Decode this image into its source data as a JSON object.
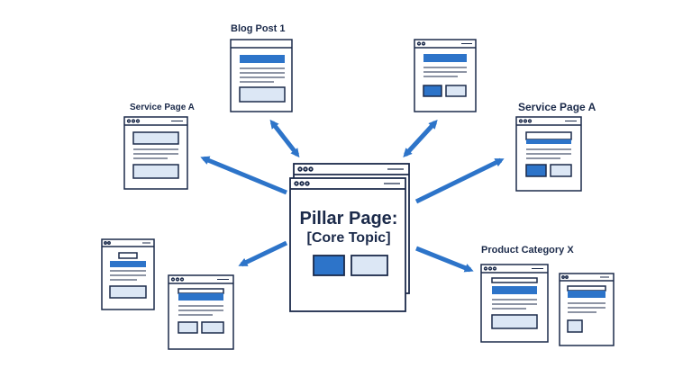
{
  "diagram": {
    "pillar": {
      "title": "Pillar Page:",
      "subtitle": "[Core Topic]"
    },
    "labels": {
      "blog_post": "Blog Post 1",
      "service_left": "Service Page A",
      "service_right": "Service Page A",
      "product_category": "Product Category X"
    },
    "colors": {
      "ink": "#1b2a4a",
      "accent": "#2d74c9",
      "light_fill": "#dce7f5",
      "page_bg": "#ffffff"
    }
  }
}
